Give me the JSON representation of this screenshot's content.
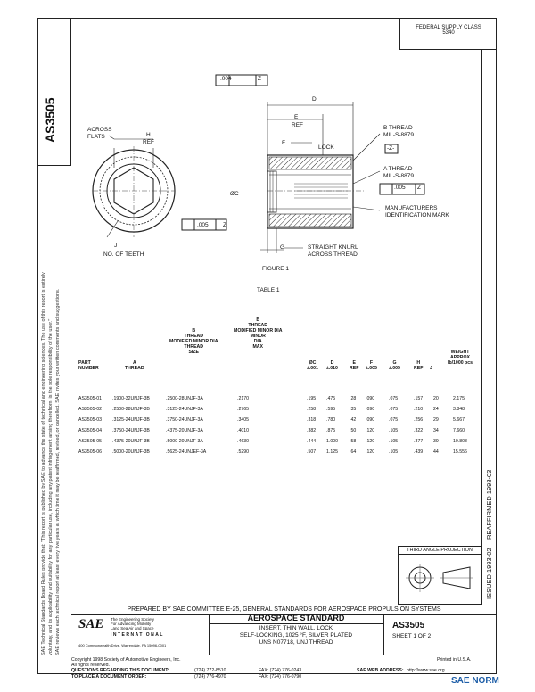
{
  "header": {
    "doc_number_vertical": "AS3505",
    "federal_supply_class": "FEDERAL SUPPLY CLASS",
    "fsc_number": "5340"
  },
  "side_notes": [
    "SAE Technical Standards Board Rules provide that: \"This report is published by SAE to advance the state of technical and engineering sciences. The use of this report is entirely",
    "voluntary, and its applicability and suitability for any particular use, including any patent infringement arising therefrom, is the sole responsibility of the user.\"",
    "SAE reviews each technical report at least every five years at which time it may be reaffirmed, revised, or cancelled. SAE invites your written comments and suggestions."
  ],
  "right_column": {
    "reaffirmed": "REAFFIRMED 1998-03",
    "issued": "ISSUED 1993-02"
  },
  "figure": {
    "tolerance_top": ".004",
    "tolerance_top_datum": "Z",
    "across_flats": "ACROSS\nFLATS",
    "h": "H",
    "ref": "REF",
    "no_of_teeth": "NO. OF TEETH",
    "j": "J",
    "tol_bottom": ".005",
    "tol_bottom_datum": "Z",
    "d": "D",
    "e": "E",
    "e_ref": "REF",
    "f": "F",
    "lock": "LOCK",
    "b_thread": "B THREAD\nMIL-S-8879",
    "datum_z": "-Z-",
    "a_thread": "A THREAD\nMIL-S-8879",
    "a_tol": ".005",
    "a_tol_datum": "Z",
    "c_dia": "ØC",
    "manufacturer": "MANUFACTURERS\nIDENTIFICATION MARK",
    "g": "G",
    "straight_knurl": "STRAIGHT KNURL\nACROSS THREAD",
    "figure_label": "FIGURE 1",
    "table_label": "TABLE 1"
  },
  "table": {
    "headers": {
      "part_number": "PART\nNUMBER",
      "a_thread": "A\nTHREAD",
      "b_thread": "B\nTHREAD\nMODIFIED MINOR DIA\nTHREAD\nSIZE",
      "b_minor": "B\nTHREAD\nMODIFIED MINOR DIA\nMINOR\nDIA\nMAX",
      "c": "ØC\n±.001",
      "d": "D\n±.010",
      "e": "E\nREF",
      "f": "F\n±.005",
      "g": "G\n±.005",
      "h": "H\nREF",
      "j": "J",
      "weight": "WEIGHT\nAPPROX\nlb/1000 pcs"
    },
    "rows": [
      [
        "AS3505-01",
        ".1900-32UNJF-3B",
        ".2500-28UNJF-3A",
        ".2170",
        ".195",
        ".475",
        ".28",
        ".090",
        ".075",
        ".157",
        "20",
        "2.175"
      ],
      [
        "AS3505-02",
        ".2500-28UNJF-3B",
        ".3125-24UNJF-3A",
        ".2765",
        ".258",
        ".595",
        ".35",
        ".090",
        ".075",
        ".210",
        "24",
        "3.848"
      ],
      [
        "AS3505-03",
        ".3125-24UNJF-3B",
        ".3750-24UNJF-3A",
        ".3405",
        ".318",
        ".780",
        ".42",
        ".090",
        ".075",
        ".256",
        "29",
        "5.667"
      ],
      [
        "AS3505-04",
        ".3750-24UNJF-3B",
        ".4375-20UNJF-3A",
        ".4010",
        ".382",
        ".875",
        ".50",
        ".120",
        ".105",
        ".322",
        "34",
        "7.660"
      ],
      [
        "AS3505-05",
        ".4375-20UNJF-3B",
        ".5000-20UNJF-3A",
        ".4630",
        ".444",
        "1.000",
        ".58",
        ".120",
        ".105",
        ".377",
        "39",
        "10.808"
      ],
      [
        "AS3505-06",
        ".5000-20UNJF-3B",
        ".5625-24UNJEF-3A",
        ".5290",
        ".507",
        "1.125",
        ".64",
        ".120",
        ".105",
        ".439",
        "44",
        "15.556"
      ]
    ]
  },
  "third_angle": "THIRD ANGLE PROJECTION",
  "prepared_by": "PREPARED BY SAE COMMITTEE E-25, GENERAL STANDARDS FOR AEROSPACE PROPULSION SYSTEMS",
  "sae_block": {
    "tagline": "The Engineering Society\nFor Advancing Mobility\nLand Sea Air and Space",
    "international": "INTERNATIONAL",
    "address": "400 Commonwealth Drive, Warrendale, PA 15096-0001"
  },
  "title_block": {
    "standard": "AEROSPACE STANDARD",
    "line1": "INSERT, THIN WALL, LOCK",
    "line2": "SELF-LOCKING, 1025 °F, SILVER PLATED",
    "line3": "UNS N07718, UNJ THREAD"
  },
  "number_block": {
    "number": "AS3505",
    "sheet": "SHEET 1 OF 2"
  },
  "footer": {
    "copyright": "Copyright 1998 Society of Automotive Engineers, Inc.",
    "rights": "All rights reserved.",
    "printed": "Printed in U.S.A.",
    "questions": "QUESTIONS REGARDING THIS DOCUMENT:",
    "tel1": "(724) 772-8510",
    "fax1": "FAX: (724) 776-0243",
    "place_order": "TO PLACE A DOCUMENT ORDER:",
    "tel2": "(724) 776-4970",
    "fax2": "FAX: (724) 776-0790",
    "web_label": "SAE WEB ADDRESS:",
    "web": "http://www.sae.org",
    "watermark": "SAE NORM"
  }
}
